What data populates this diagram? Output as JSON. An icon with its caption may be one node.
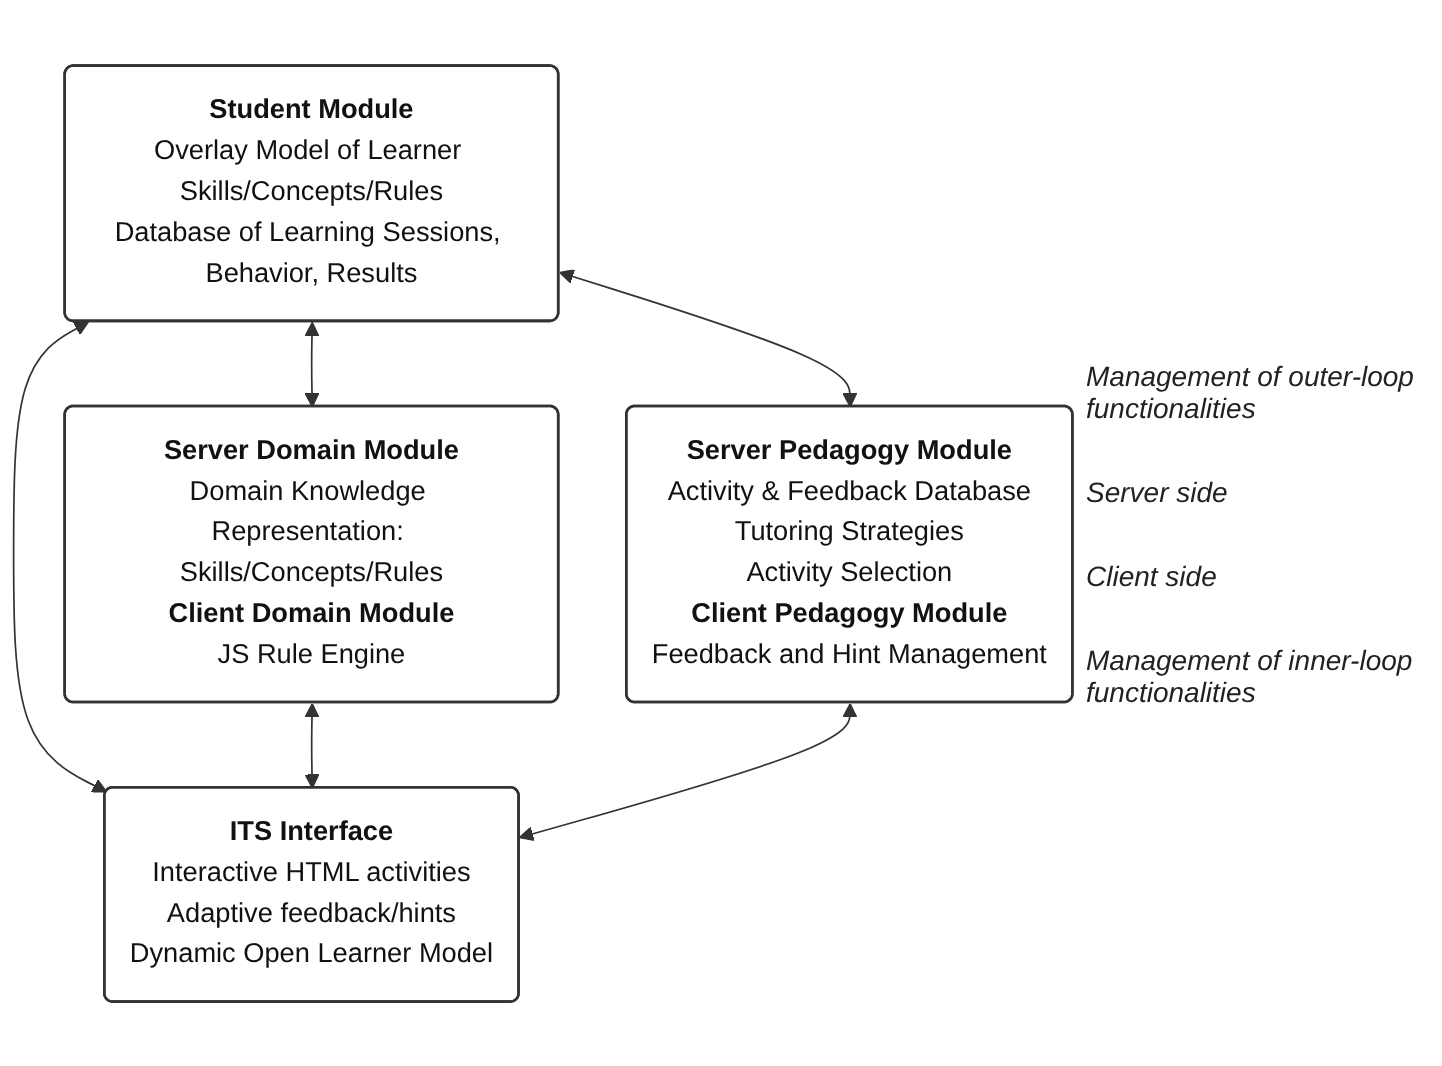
{
  "diagram": {
    "nodes": [
      {
        "text": [
          "Student Module",
          "Overlay Model of Learner Skills/Concepts/Rules",
          "Database of Learning Sessions, Behavior, Results"
        ]
      },
      {
        "text": [
          "Server Domain Module",
          "Domain Knowledge Representation: Skills/Concepts/Rules",
          "Client Domain Module",
          "JS Rule Engine"
        ]
      },
      {
        "text": [
          "Server Pedagogy Module",
          "Activity & Feedback Database",
          "Tutoring Strategies",
          "Activity Selection",
          "Client Pedagogy Module",
          "Feedback and Hint Management"
        ]
      },
      {
        "text": [
          "ITS Interface",
          "Interactive HTML activities",
          "Adaptive feedback/hints",
          "Dynamic Open Learner Model"
        ]
      }
    ],
    "edges": [
      {
        "from": 0,
        "to": 1,
        "arrow": "both"
      },
      {
        "from": 0,
        "to": 3,
        "arrow": "both"
      },
      {
        "from": 0,
        "to": 2,
        "arrow": "both"
      },
      {
        "from": 1,
        "to": 3,
        "arrow": "both"
      },
      {
        "from": 2,
        "to": 3,
        "arrow": "both"
      }
    ],
    "labels": [
      "Management of outer-loop functionalities",
      "Server side",
      "Client side",
      "Management of inner-loop functionalities"
    ]
  }
}
